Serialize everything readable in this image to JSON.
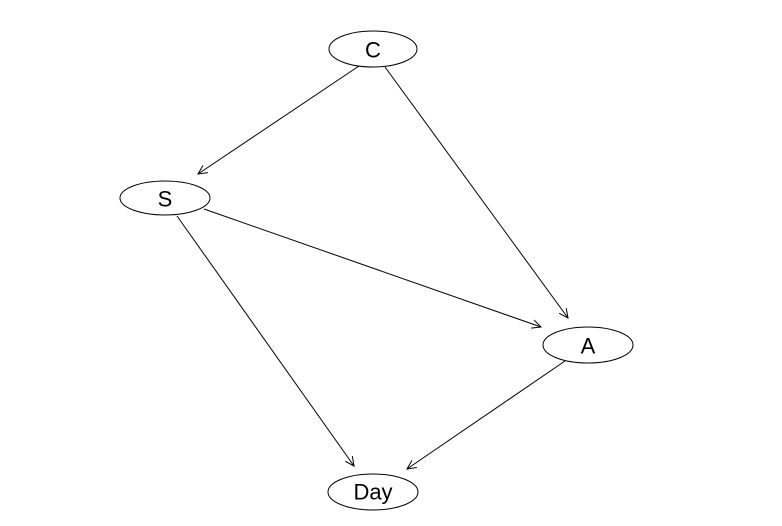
{
  "diagram": {
    "nodes": [
      {
        "id": "C",
        "label": "C"
      },
      {
        "id": "S",
        "label": "S"
      },
      {
        "id": "A",
        "label": "A"
      },
      {
        "id": "Day",
        "label": "Day"
      }
    ],
    "edges": [
      {
        "from": "C",
        "to": "S"
      },
      {
        "from": "C",
        "to": "A"
      },
      {
        "from": "S",
        "to": "A"
      },
      {
        "from": "S",
        "to": "Day"
      },
      {
        "from": "A",
        "to": "Day"
      }
    ]
  }
}
